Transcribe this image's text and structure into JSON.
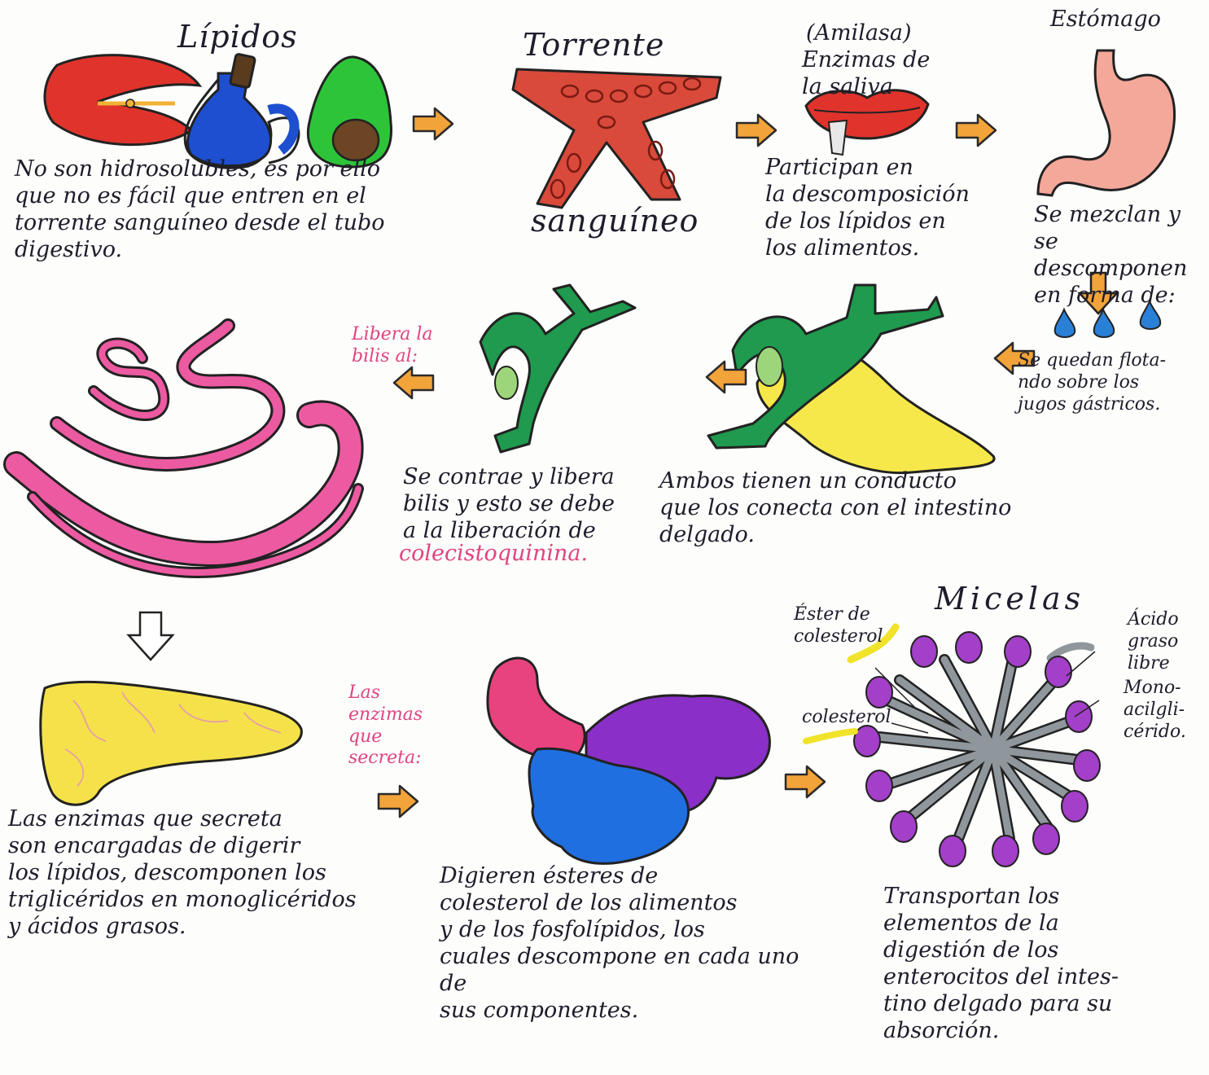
{
  "texts": {
    "lipidos_title": "Lípidos",
    "lipidos_desc": "No son hidrosolubles, es por ello\nque no es fácil que entren en el\ntorrente sanguíneo desde el tubo\ndigestivo.",
    "torrente_title": "Torrente",
    "sanguineo_label": "sanguíneo",
    "amilasa": "(Amilasa)",
    "enzimas_saliva": "Enzimas de\nla saliva",
    "participan": "Participan en\nla descomposición\nde los lípidos en\nlos alimentos.",
    "estomago": "Estómago",
    "se_mezclan": "Se mezclan y\nse descomponen\nen forma de:",
    "se_quedan": "Se quedan flota-\nndo sobre los\njugos gástricos.",
    "ambos": "Ambos tienen un conducto\nque los conecta con el intestino\ndelgado.",
    "se_contrae": "Se contrae y libera\nbilis y esto se debe\na la liberación de",
    "colecistoquinina": "colecistoquinina.",
    "libera_bilis": "Libera la\nbilis al:",
    "las_enzimas_que_secreta": "Las\nenzimas\nque\nsecreta:",
    "pancreas_desc": "Las enzimas que secreta\nson encargadas de digerir\nlos lípidos, descomponen los\ntriglicéridos en monoglicéridos\ny ácidos grasos.",
    "digieren": "Digieren ésteres de\ncolesterol de los alimentos\ny de los fosfolípidos, los\ncuales descompone en cada uno de\nsus componentes.",
    "micelas_title": "Micelas",
    "ester_colesterol": "Éster de\ncolesterol",
    "colesterol": "colesterol",
    "acido_graso_libre": "Ácido\ngraso\nlibre",
    "monoacilglicerido": "Mono-\nacilgli-\ncérido.",
    "transportan": "Transportan los\nelementos de la\ndigestión de los\nenterocitos del intes-\ntino delgado para su\nabsorción."
  },
  "colors": {
    "arrow": "#f2a33a",
    "red_food": "#e0332c",
    "oil_blue": "#1d4fd0",
    "avocado_green": "#2ec43a",
    "blood_vessel": "#d94a3a",
    "stomach": "#f4a89a",
    "droplet": "#2a7fd6",
    "liver_green": "#1f9a4e",
    "gallbladder_yellow": "#f6e84a",
    "intestine_pink": "#ec5aa2",
    "pancreas_yellow": "#f5e24a",
    "enzyme_pink": "#e8437e",
    "enzyme_purple": "#8a2fc7",
    "enzyme_blue": "#1f6fe0",
    "micelle_head": "#a33fc8",
    "micelle_tail": "#8f979c"
  }
}
